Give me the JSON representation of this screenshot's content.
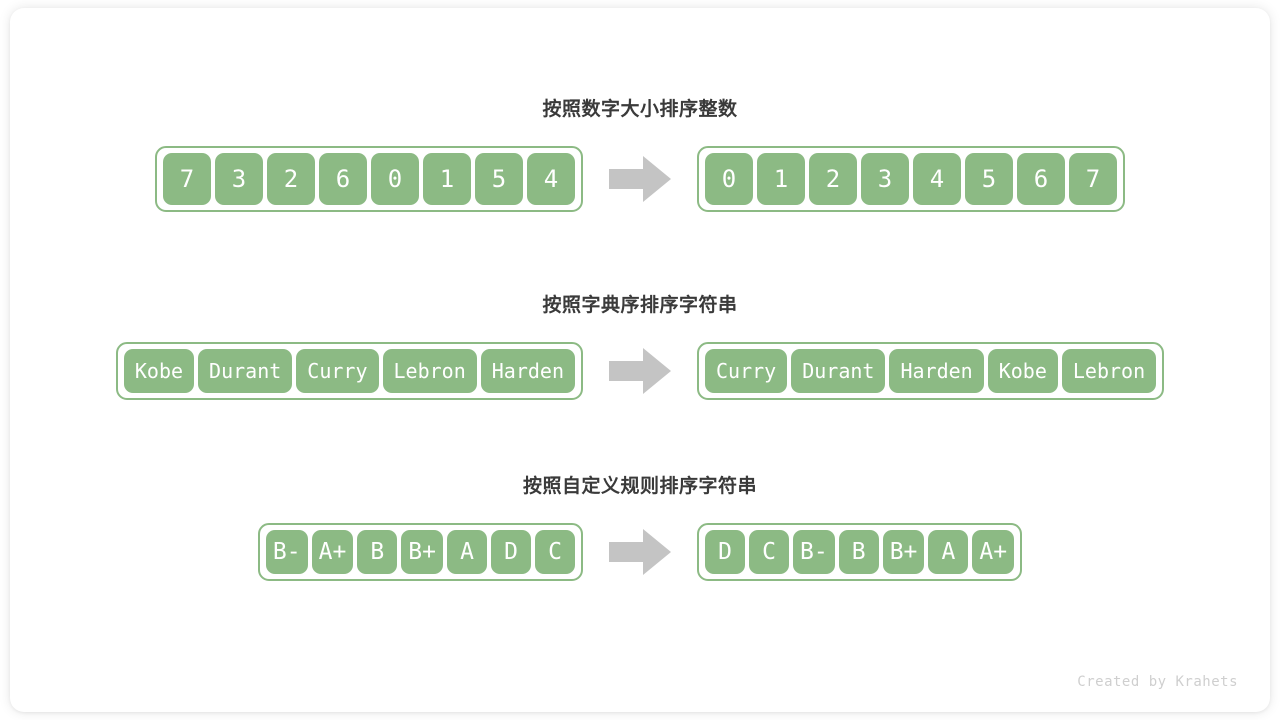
{
  "theme": {
    "green": "#8cba84",
    "arrow_gray": "#c4c4c4",
    "title_color": "#3a3a3a",
    "footer_color": "#cfcfcf",
    "card_background": "#ffffff"
  },
  "sections": [
    {
      "title": "按照数字大小排序整数",
      "kind": "int",
      "input": [
        "7",
        "3",
        "2",
        "6",
        "0",
        "1",
        "5",
        "4"
      ],
      "output": [
        "0",
        "1",
        "2",
        "3",
        "4",
        "5",
        "6",
        "7"
      ]
    },
    {
      "title": "按照字典序排序字符串",
      "kind": "word",
      "input": [
        "Kobe",
        "Durant",
        "Curry",
        "Lebron",
        "Harden"
      ],
      "output": [
        "Curry",
        "Durant",
        "Harden",
        "Kobe",
        "Lebron"
      ]
    },
    {
      "title": "按照自定义规则排序字符串",
      "kind": "grade",
      "input": [
        "B-",
        "A+",
        "B",
        "B+",
        "A",
        "D",
        "C"
      ],
      "output": [
        "D",
        "C",
        "B-",
        "B",
        "B+",
        "A",
        "A+"
      ]
    }
  ],
  "arrow_icon": "right-block-arrow-icon",
  "footer": "Created by Krahets"
}
